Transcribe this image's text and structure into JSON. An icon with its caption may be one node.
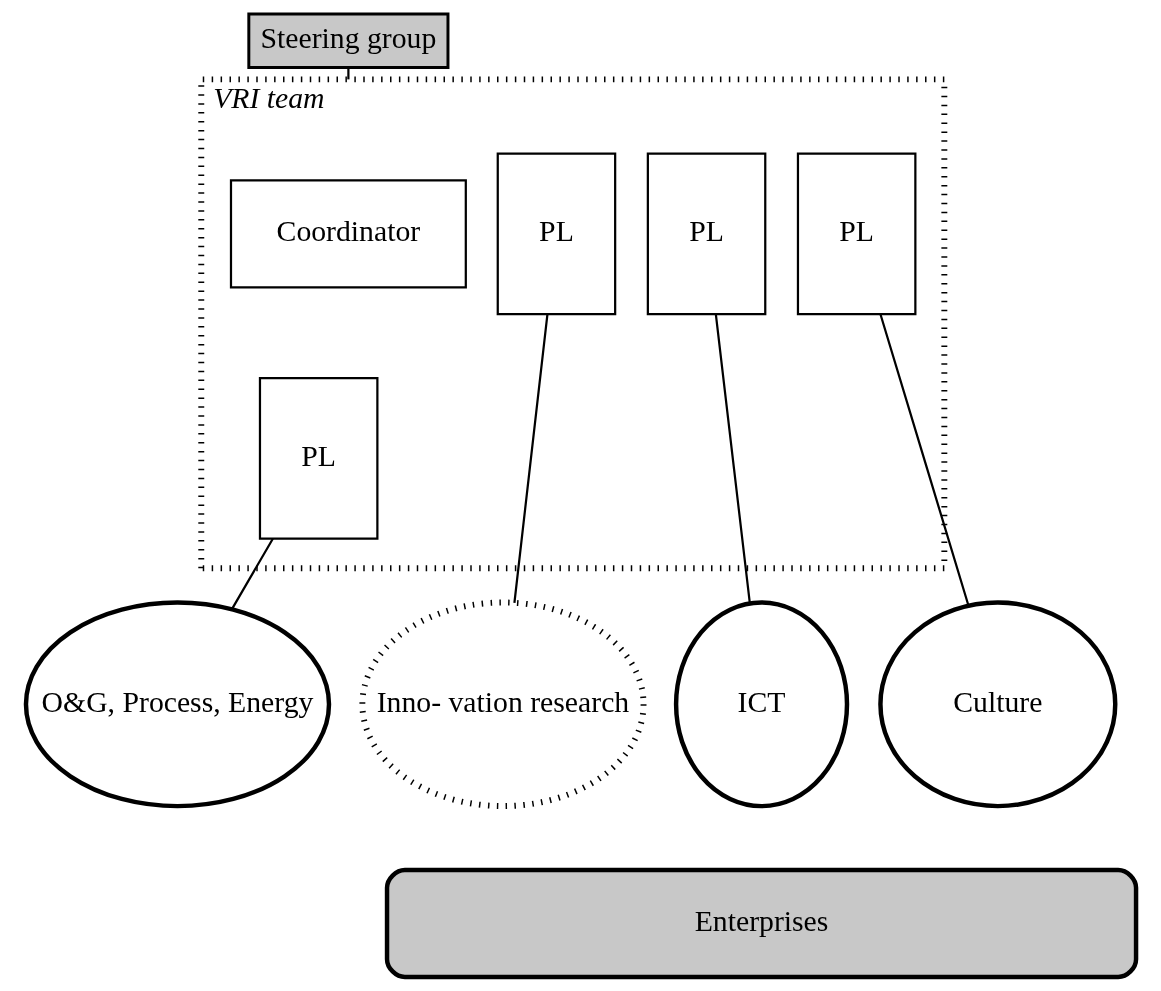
{
  "diagram": {
    "nodes": [
      {
        "text": [
          "Steering group"
        ]
      },
      {
        "text": [
          "VRI team"
        ]
      },
      {
        "text": [
          "Coordinator"
        ],
        "in": 1
      },
      {
        "text": [
          "PL"
        ],
        "in": 1
      },
      {
        "text": [
          "PL"
        ],
        "in": 1
      },
      {
        "text": [
          "PL"
        ],
        "in": 1
      },
      {
        "text": [
          "PL"
        ],
        "in": 1
      },
      {
        "text": [
          "Inno- vation research"
        ]
      },
      {
        "text": [
          "O&G, Process, Energy"
        ]
      },
      {
        "text": [
          "ICT"
        ]
      },
      {
        "text": [
          "Culture"
        ]
      },
      {
        "text": [
          "Enterprises"
        ]
      }
    ],
    "edges": [
      {
        "from": 0,
        "to": 1,
        "arrow": "none"
      },
      {
        "from": 3,
        "to": 7,
        "arrow": "none"
      },
      {
        "from": 4,
        "to": 8,
        "arrow": "none"
      },
      {
        "from": 5,
        "to": 9,
        "arrow": "none"
      },
      {
        "from": 6,
        "to": 10,
        "arrow": "none"
      }
    ]
  }
}
